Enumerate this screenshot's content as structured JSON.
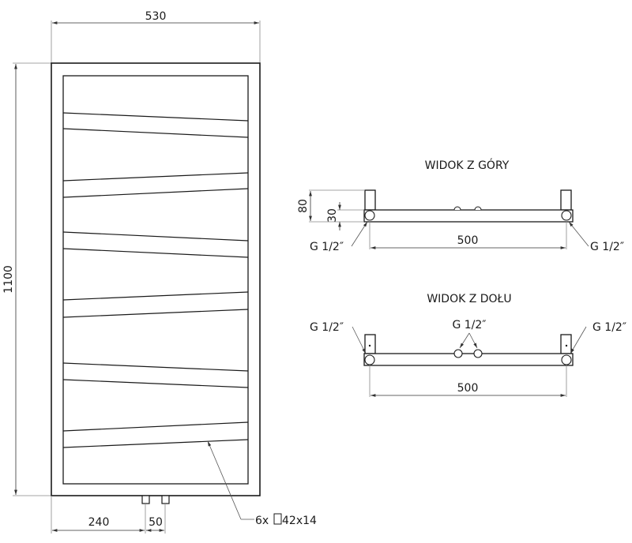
{
  "front_view": {
    "width_dim": "530",
    "height_dim": "1100",
    "offset_dim": "240",
    "spacing_dim": "50",
    "bar_callout": "6x",
    "bar_profile": "42x14",
    "bars": [
      {
        "top": [
          143,
          153
        ],
        "bottom": [
          163,
          174
        ]
      },
      {
        "top": [
          229,
          219
        ],
        "bottom": [
          250,
          239
        ]
      },
      {
        "top": [
          294,
          305
        ],
        "bottom": [
          315,
          326
        ]
      },
      {
        "top": [
          380,
          370
        ],
        "bottom": [
          402,
          392
        ]
      },
      {
        "top": [
          460,
          470
        ],
        "bottom": [
          481,
          491
        ]
      },
      {
        "top": [
          546,
          535
        ],
        "bottom": [
          567,
          557
        ]
      }
    ]
  },
  "top_view": {
    "title": "WIDOK Z GÓRY",
    "depth_dim": "80",
    "pipe_dim": "30",
    "width_dim": "500",
    "left_conn": "G 1/2″",
    "right_conn": "G 1/2″"
  },
  "bottom_view": {
    "title": "WIDOK Z DOŁU",
    "width_dim": "500",
    "left_conn": "G 1/2″",
    "center_conn": "G 1/2″",
    "right_conn": "G 1/2″"
  },
  "colors": {
    "line": "#1a1a1a",
    "dim_line": "#555555"
  }
}
